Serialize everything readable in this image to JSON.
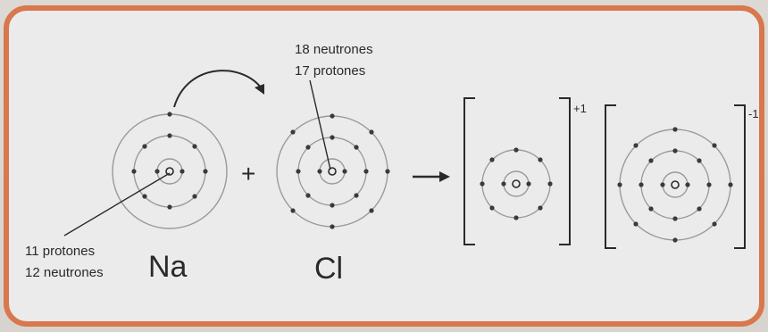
{
  "cl_annotation": {
    "line1": "18 neutrones",
    "line2": "17 protones"
  },
  "na_annotation": {
    "line1": "11 protones",
    "line2": "12 neutrones"
  },
  "symbols": {
    "na": "Na",
    "cl": "Cl"
  },
  "operators": {
    "plus": "+",
    "arrow": "→"
  },
  "charges": {
    "na_ion": "+1",
    "cl_ion": "-1"
  },
  "colors": {
    "border": "#d9774d",
    "panel": "#ebebeb",
    "ink": "#2a2a2a",
    "shell": "#9a9a9a"
  }
}
